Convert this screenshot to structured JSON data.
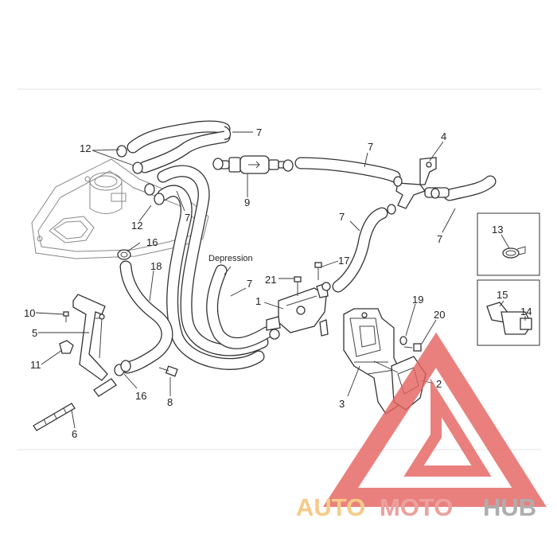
{
  "labels": {
    "l1": "1",
    "l2": "2",
    "l3": "3",
    "l4": "4",
    "l5": "5",
    "l6": "6",
    "l7": "7",
    "l8": "8",
    "l9": "9",
    "l10": "10",
    "l11": "11",
    "l12": "12",
    "l13": "13",
    "l14": "14",
    "l15": "15",
    "l16": "16",
    "l17": "17",
    "l18": "18",
    "l19": "19",
    "l20": "20",
    "l21": "21"
  },
  "annotation": "Depression",
  "watermark": {
    "part1": "AUTO",
    "part2": "MOTO",
    "part3": "HUB",
    "colors": {
      "auto": "#f4bd6a",
      "moto": "#e88a88",
      "hub": "#9b9b9b",
      "triangle": "#e6615d"
    }
  }
}
